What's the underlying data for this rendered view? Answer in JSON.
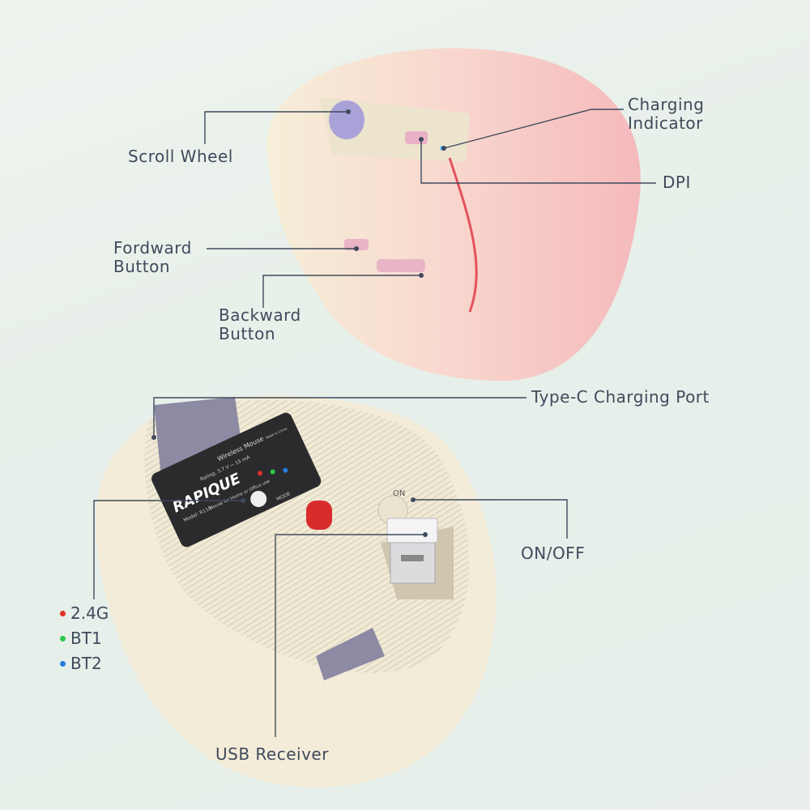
{
  "labels": {
    "charging_indicator": "Charging\nIndicator",
    "scroll_wheel": "Scroll Wheel",
    "dpi": "DPI",
    "forward_button": "Fordward\nButton",
    "backward_button": "Backward\nButton",
    "type_c_port": "Type-C Charging Port",
    "on_off": "ON/OFF",
    "usb_receiver": "USB Receiver"
  },
  "modes": [
    {
      "label": "2.4G",
      "color": "#e0302a"
    },
    {
      "label": "BT1",
      "color": "#2ec94a"
    },
    {
      "label": "BT2",
      "color": "#2a7ee0"
    }
  ],
  "product_label": {
    "brand": "RAPIQUE",
    "product": "Wireless Mouse",
    "model": "Model: R110",
    "rating": "Rating: 3.7 V ⎓ 15 mA",
    "use": "Mouse for Home or Office use",
    "mode": "MODE",
    "origin": "Made in China",
    "on_text": "ON"
  },
  "colors": {
    "line": "#3f4a5c",
    "pink": "#f4b8bb",
    "cream": "#f3ecd6",
    "pad": "#8d8aa3"
  }
}
